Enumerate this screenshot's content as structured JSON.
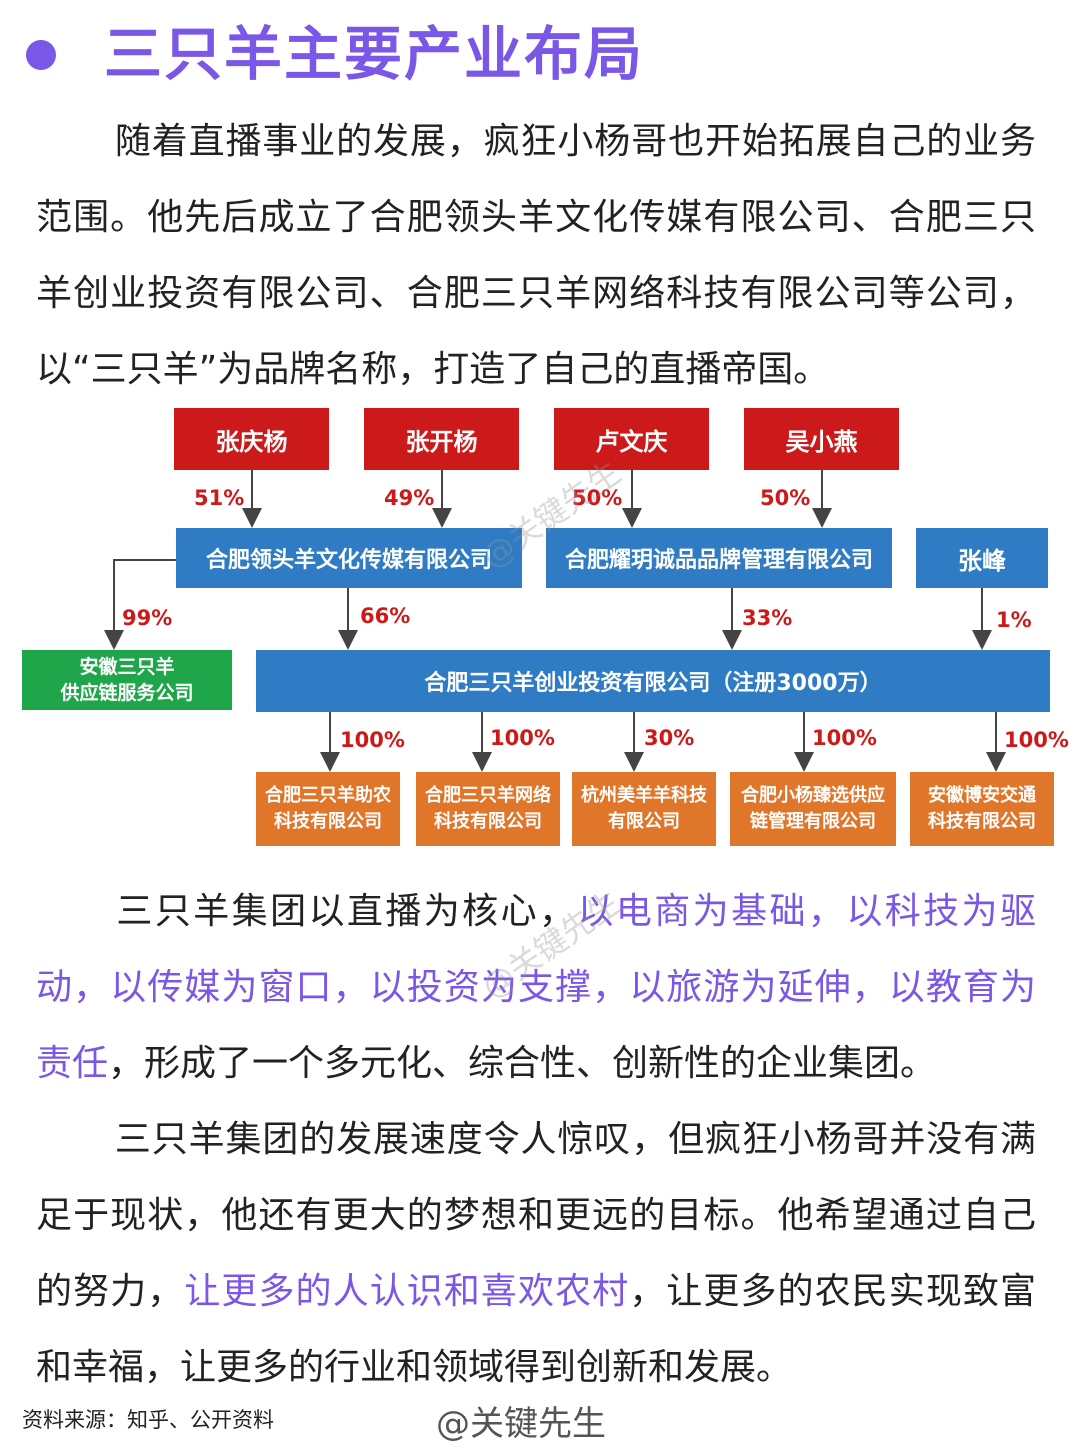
{
  "title": {
    "text": "三只羊主要产业布局"
  },
  "paragraphs": {
    "p1": "随着直播事业的发展，疯狂小杨哥也开始拓展自己的业务范围。他先后成立了合肥领头羊文化传媒有限公司、合肥三只羊创业投资有限公司、合肥三只羊网络科技有限公司等公司，以“三只羊”为品牌名称，打造了自己的直播帝国。",
    "p2_a": "三只羊集团以直播为核心，",
    "p2_hl": "以电商为基础，以科技为驱动，以传媒为窗口，以投资为支撑，以旅游为延伸，以教育为责任",
    "p2_b": "，形成了一个多元化、综合性、创新性的企业集团。",
    "p3_a": "三只羊集团的发展速度令人惊叹，但疯狂小杨哥并没有满足于现状，他还有更大的梦想和更远的目标。他希望通过自己的努力，",
    "p3_hl": "让更多的人认识和喜欢农村",
    "p3_b": "，让更多的农民实现致富和幸福，让更多的行业和领域得到创新和发展。"
  },
  "org_chart": {
    "shareholders": [
      "张庆杨",
      "张开杨",
      "卢文庆",
      "吴小燕"
    ],
    "shareholder_pcts": [
      "51%",
      "49%",
      "50%",
      "50%"
    ],
    "companies_l2": [
      "合肥领头羊文化传媒有限公司",
      "合肥耀玥诚品品牌管理有限公司",
      "张峰"
    ],
    "green_company": [
      "安徽三只羊",
      "供应链服务公司"
    ],
    "pct_l2": {
      "green": "99%",
      "left": "66%",
      "right": "33%",
      "far": "1%"
    },
    "main_company": "合肥三只羊创业投资有限公司（注册3000万）",
    "subsidiaries": [
      {
        "line1": "合肥三只羊助农",
        "line2": "科技有限公司",
        "pct": "100%"
      },
      {
        "line1": "合肥三只羊网络",
        "line2": "科技有限公司",
        "pct": "100%"
      },
      {
        "line1": "杭州美羊羊科技",
        "line2": "有限公司",
        "pct": "30%"
      },
      {
        "line1": "合肥小杨臻选供应",
        "line2": "链管理有限公司",
        "pct": "100%"
      },
      {
        "line1": "安徽博安交通",
        "line2": "科技有限公司",
        "pct": "100%"
      }
    ],
    "colors": {
      "red": "#cc1a1a",
      "blue": "#2f7cc5",
      "green": "#1fa64a",
      "orange": "#e0762a"
    }
  },
  "footer": {
    "source": "资料来源：知乎、公开资料",
    "watermark": "@关键先生"
  },
  "accent_color": "#7b57e8"
}
